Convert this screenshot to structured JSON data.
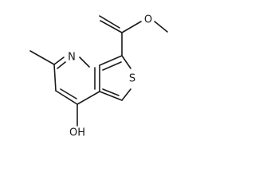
{
  "molecule": {
    "atoms": {
      "ring_nitrogen": "N",
      "ring_sulfur": "S",
      "ester_oxygen": "O",
      "hydroxyl": "OH"
    }
  }
}
